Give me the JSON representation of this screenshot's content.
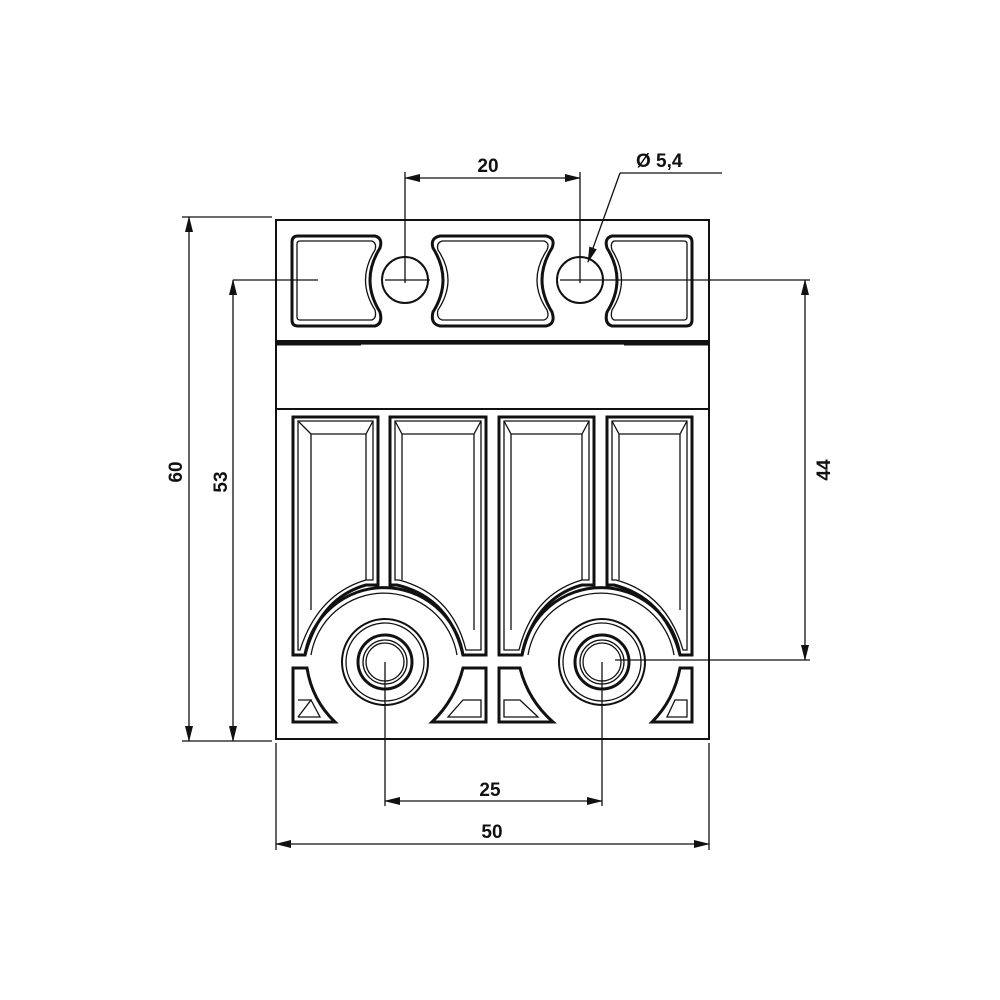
{
  "drawing": {
    "type": "technical-dimension-drawing",
    "subject": "two-port connector block, front view",
    "units": "mm",
    "colors": {
      "line": "#111111",
      "background": "#ffffff"
    }
  },
  "dimensions": {
    "hole_spacing_top": "20",
    "hole_diameter": "Ø 5,4",
    "overall_height": "60",
    "mount_height": "53",
    "hole_to_port_height": "44",
    "port_spacing": "25",
    "overall_width": "50"
  }
}
